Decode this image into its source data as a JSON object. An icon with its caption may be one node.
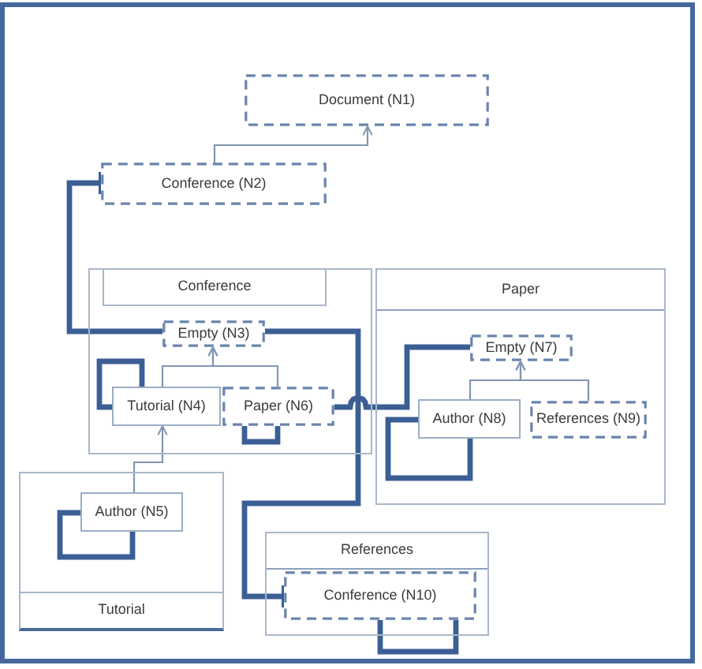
{
  "diagram": {
    "nodes": [
      {
        "text": [
          "Document (N1)"
        ]
      },
      {
        "text": [
          "Conference (N2)"
        ]
      },
      {
        "text": [
          "Conference"
        ]
      },
      {
        "text": [
          "Empty (N3)"
        ],
        "in": 2
      },
      {
        "text": [
          "Tutorial (N4)"
        ],
        "in": 2
      },
      {
        "text": [
          "Paper (N6)"
        ],
        "in": 2
      },
      {
        "text": [
          "Paper"
        ]
      },
      {
        "text": [
          "Empty (N7)"
        ],
        "in": 6
      },
      {
        "text": [
          "Author (N8)"
        ],
        "in": 6
      },
      {
        "text": [
          "References (N9)"
        ],
        "in": 6
      },
      {
        "text": [
          "Tutorial"
        ]
      },
      {
        "text": [
          "Author (N5)"
        ],
        "in": 10
      },
      {
        "text": [
          "References"
        ]
      },
      {
        "text": [
          "Conference (N10)"
        ],
        "in": 12
      }
    ],
    "edges": [
      {
        "from": 1,
        "to": 0,
        "arrow": "to",
        "color": "#8196b4"
      },
      {
        "from": 3,
        "to": 1,
        "arrow": "other"
      },
      {
        "from": 4,
        "to": 3,
        "arrow": "to",
        "color": "#8196b4"
      },
      {
        "from": 5,
        "to": 3,
        "arrow": "to",
        "color": "#8196b4"
      },
      {
        "from": 4,
        "to": 4,
        "arrow": "none"
      },
      {
        "from": 5,
        "to": 5,
        "arrow": "none"
      },
      {
        "from": 3,
        "to": 13,
        "arrow": "other"
      },
      {
        "from": 5,
        "to": 7,
        "arrow": "none"
      },
      {
        "from": 8,
        "to": 7,
        "arrow": "to",
        "color": "#8196b4"
      },
      {
        "from": 9,
        "to": 7,
        "arrow": "to",
        "color": "#8196b4"
      },
      {
        "from": 8,
        "to": 8,
        "arrow": "none"
      },
      {
        "from": 11,
        "to": 4,
        "arrow": "to",
        "color": "#8196b4"
      },
      {
        "from": 11,
        "to": 11,
        "arrow": "none"
      },
      {
        "from": 13,
        "to": 13,
        "arrow": "none"
      }
    ]
  }
}
